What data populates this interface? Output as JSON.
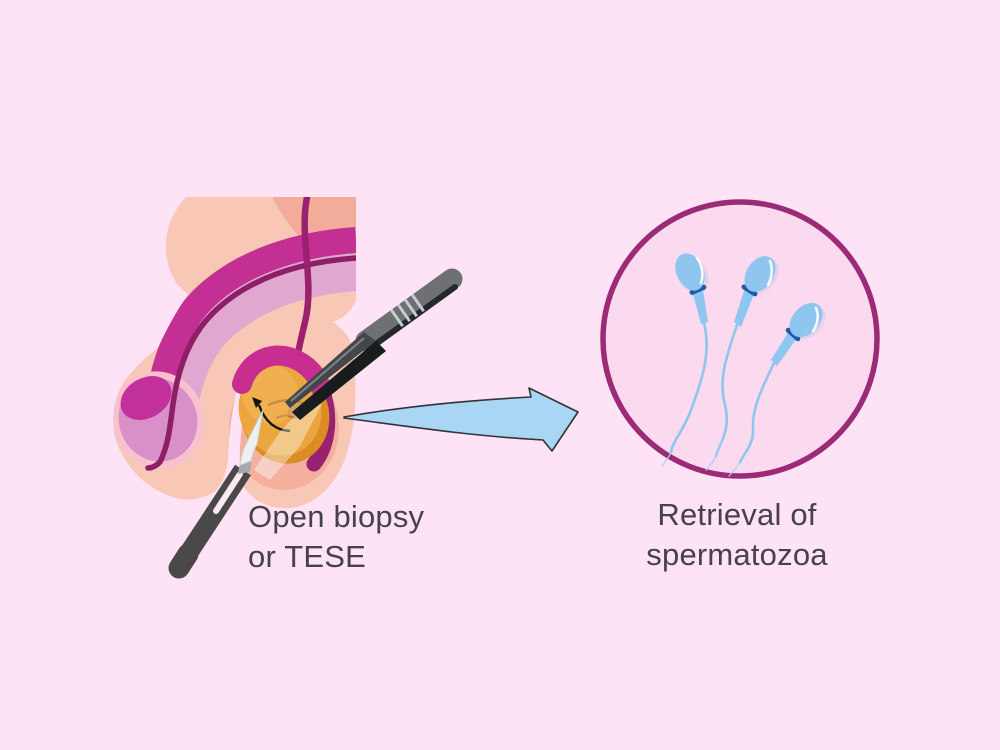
{
  "page": {
    "background_color": "#FDE3F5",
    "text_color": "#474247"
  },
  "diagram": {
    "left_panel": {
      "caption_line1": "Open biopsy",
      "caption_line2": "or TESE",
      "illustration": "open-testicular-biopsy-with-scalpel-and-tweezers",
      "colors": {
        "skin": "#F9C7B5",
        "skin_shadow": "#F2AC99",
        "shaft_magenta": "#C42F94",
        "shaft_mauve": "#E0A8D0",
        "urethra_dark_magenta": "#8E1E66",
        "vas_deferens": "#9A2170",
        "epididymis": "#C72E90",
        "testis_orange": "#EBA63E",
        "testis_rim": "#DB8D24",
        "scrotum_shadow": "#F3AA99",
        "scalpel_handle": "#4B4849",
        "tweezers_grey": "#6E7071"
      }
    },
    "arrow": {
      "direction": "right",
      "fill_color": "#A9D6F4",
      "outline_color": "#333333"
    },
    "right_panel": {
      "caption_line1": "Retrieval of",
      "caption_line2": "spermatozoa",
      "circle_fill_color": "#FBD9EF",
      "circle_border_color": "#9C2B77",
      "sperm_count": 3,
      "sperm_color": "#8FC6EF",
      "sperm_neck_color": "#1D5CA6"
    }
  }
}
